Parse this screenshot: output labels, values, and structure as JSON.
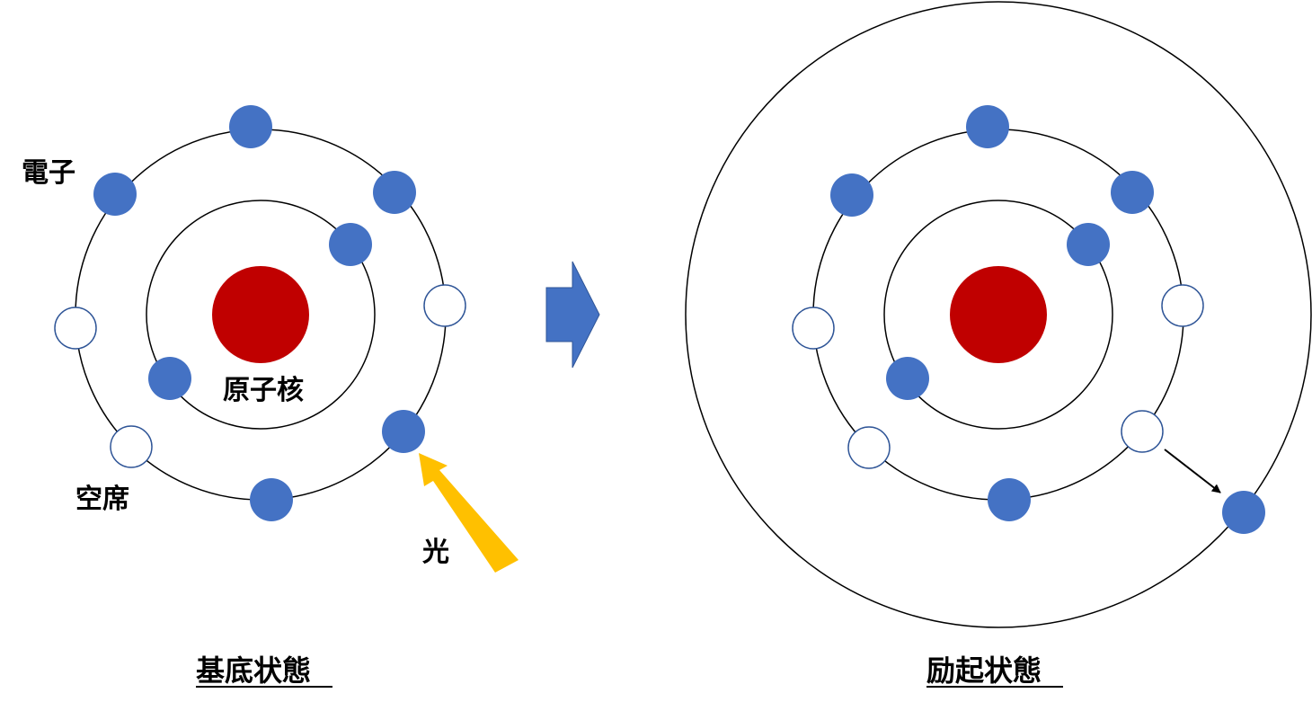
{
  "labels": {
    "electron": "電子",
    "vacancy": "空席",
    "nucleus": "原子核",
    "light": "光",
    "ground_state": "基底状態",
    "excited_state": "励起状態"
  },
  "colors": {
    "nucleus": "#C00000",
    "electron": "#4472C4",
    "vacancy_stroke": "#2F5597",
    "arrow_blue": "#4472C4",
    "light_arrow": "#FFC000",
    "orbit": "#000000"
  },
  "icons": {
    "transition": "right-arrow-icon",
    "light": "incoming-light-arrow-icon",
    "electron_jump": "electron-jump-arrow-icon"
  }
}
